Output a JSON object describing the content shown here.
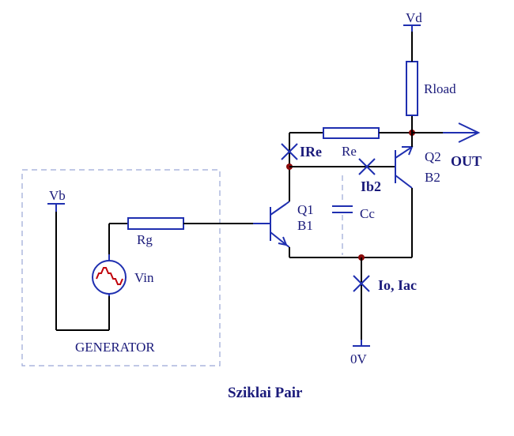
{
  "title": "Sziklai Pair",
  "labels": {
    "vd": "Vd",
    "vb": "Vb",
    "rload": "Rload",
    "re": "Re",
    "rg": "Rg",
    "cc": "Cc",
    "vin": "Vin",
    "q1": "Q1",
    "b1": "B1",
    "q2": "Q2",
    "b2": "B2",
    "out": "OUT",
    "ire": "IRe",
    "ib2": "Ib2",
    "io": "Io, Iac",
    "ground": "0V",
    "generator": "GENERATOR"
  },
  "colors": {
    "wire": "#000000",
    "component": "#1f2fb0",
    "text": "#1a1a7a",
    "node": "#8a0a0a",
    "source_wave": "#c0000a"
  }
}
